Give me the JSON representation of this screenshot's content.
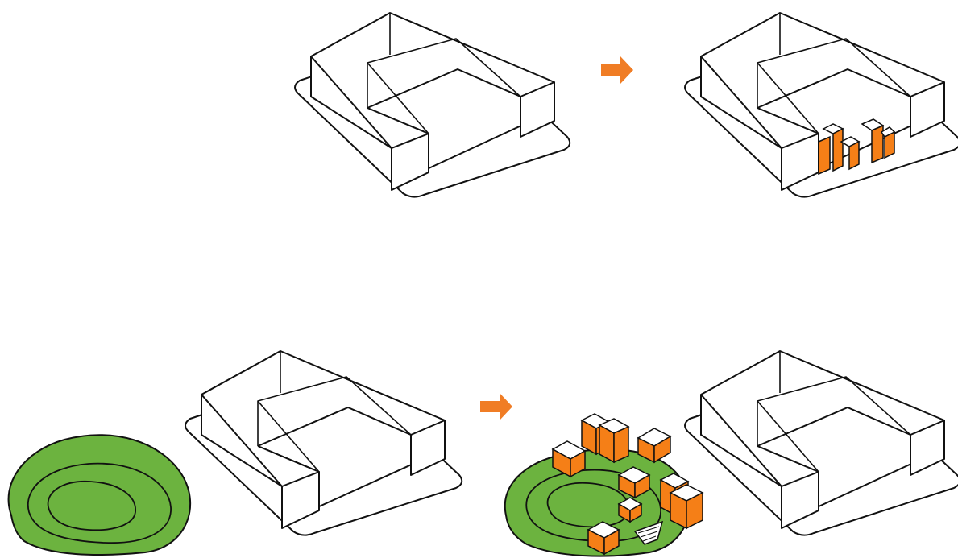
{
  "diagram": {
    "panels": [
      {
        "id": "top-before"
      },
      {
        "id": "top-after"
      },
      {
        "id": "bottom-before"
      },
      {
        "id": "bottom-after"
      }
    ]
  },
  "colors": {
    "background": "#ffffff",
    "outline": "#111111",
    "arrow": "#f07d25",
    "added_volume": "#f57f17",
    "landscape": "#6cb33f"
  },
  "icons": [
    "right-arrow-icon",
    "right-arrow-icon"
  ]
}
